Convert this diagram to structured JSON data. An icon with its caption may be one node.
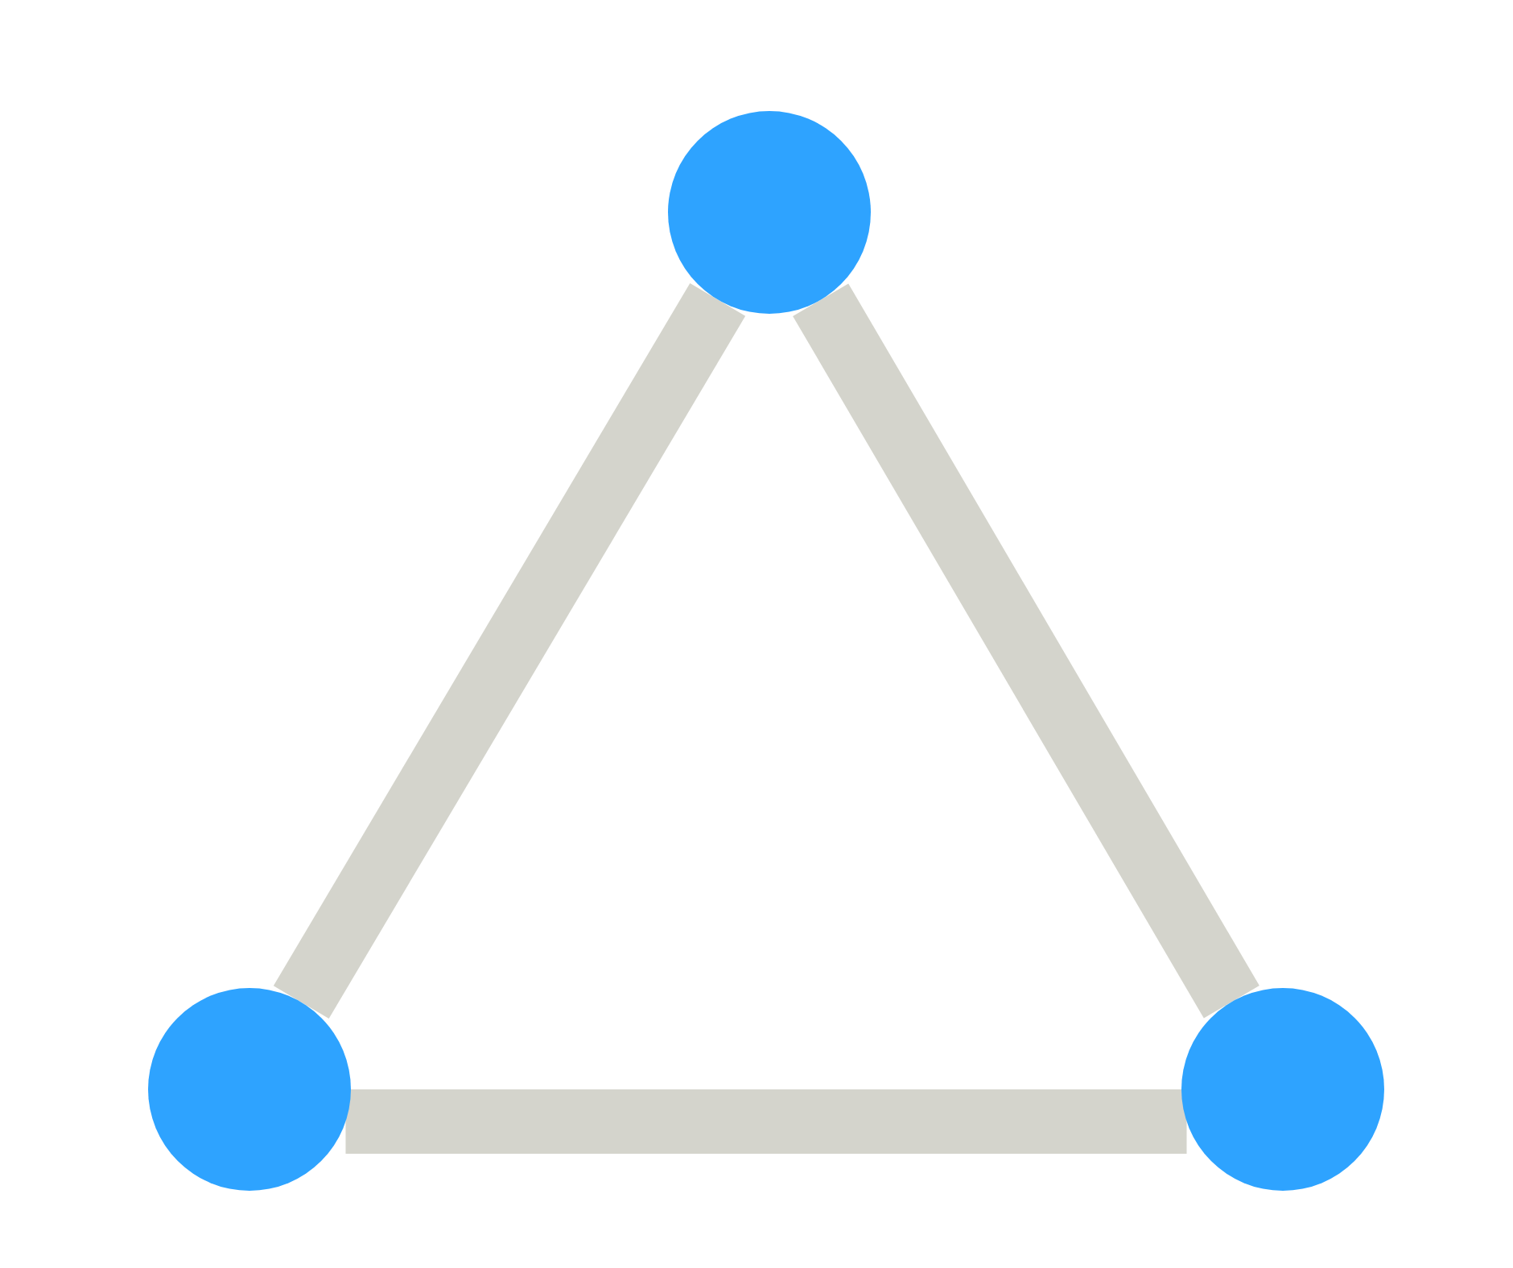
{
  "diagram": {
    "nodes": [
      {
        "text": [],
        "shape": "circle"
      },
      {
        "text": [],
        "shape": "circle"
      },
      {
        "text": [],
        "shape": "circle"
      }
    ],
    "edges": [
      {
        "from": 0,
        "to": 1,
        "arrow": "none"
      },
      {
        "from": 0,
        "to": 2,
        "arrow": "none"
      },
      {
        "from": 1,
        "to": 2,
        "arrow": "none"
      }
    ]
  }
}
